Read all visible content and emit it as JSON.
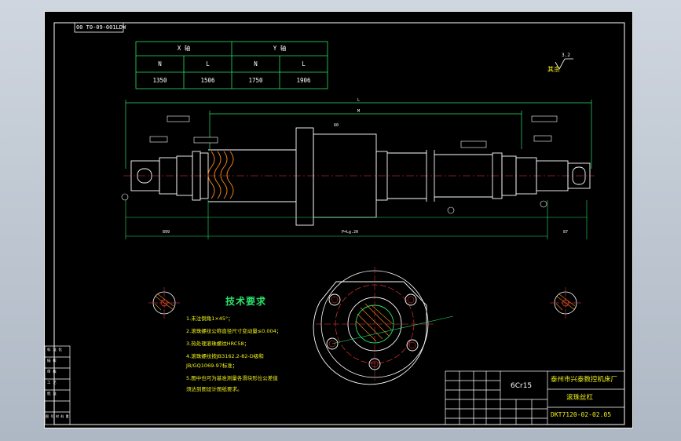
{
  "drawing": {
    "code_box": "00 T0-09-001LDW",
    "table": {
      "header_left": "X  轴",
      "header_right": "Y  轴",
      "col_labels": [
        "N",
        "L",
        "N",
        "L"
      ],
      "values": [
        "1350",
        "1506",
        "1750",
        "1906"
      ]
    },
    "roughness_label": "其余",
    "roughness_value": "3.2",
    "material": "6Cr15",
    "title_block": {
      "company": "泰州市兴泰数控机床厂",
      "part_name": "滚珠丝杠",
      "drawing_no": "DKT7120-02-02.05"
    },
    "tech_requirements": {
      "heading": "技术要求",
      "items": [
        "1.未注倒角1×45°；",
        "2.滚珠螺纹公称直径尺寸变动量≤0.004；",
        "3.热处理滚珠螺纹HRC58；",
        "4.滚珠螺纹按JB3162.2-82-D级和",
        "  JB/GQ1069-97标准；",
        "5.图中也可为基准测量各滑块形位公差值",
        "  须达到图设计图纸要求。"
      ]
    },
    "left_stamps": [
      "标 准 化",
      "描 校",
      "审 核",
      "工 艺",
      "批 准",
      "图 号 材 料 重"
    ]
  }
}
